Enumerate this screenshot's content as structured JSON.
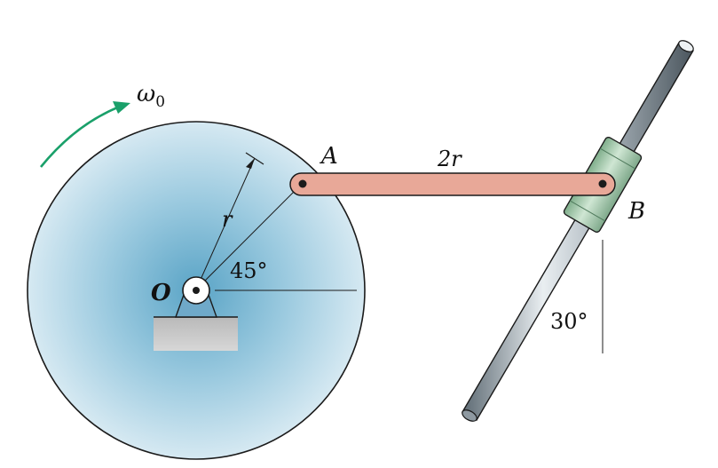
{
  "labels": {
    "omega": "ω",
    "omega_sub": "0",
    "point_a": "A",
    "point_b": "B",
    "point_o": "O",
    "radius": "r",
    "link_length": "2r",
    "angle_disk": "45°",
    "angle_rod": "30°"
  },
  "colors": {
    "disk_center": "#6fb1cf",
    "disk_edge": "#dcecf4",
    "link": "#e8a898",
    "collar": "#b8d8bf",
    "rotation_arrow": "#1aa06a",
    "support": "#7ab3d1",
    "ground": "#a7a7a7"
  },
  "icons": {
    "rotation": "curved-arrow-icon"
  }
}
